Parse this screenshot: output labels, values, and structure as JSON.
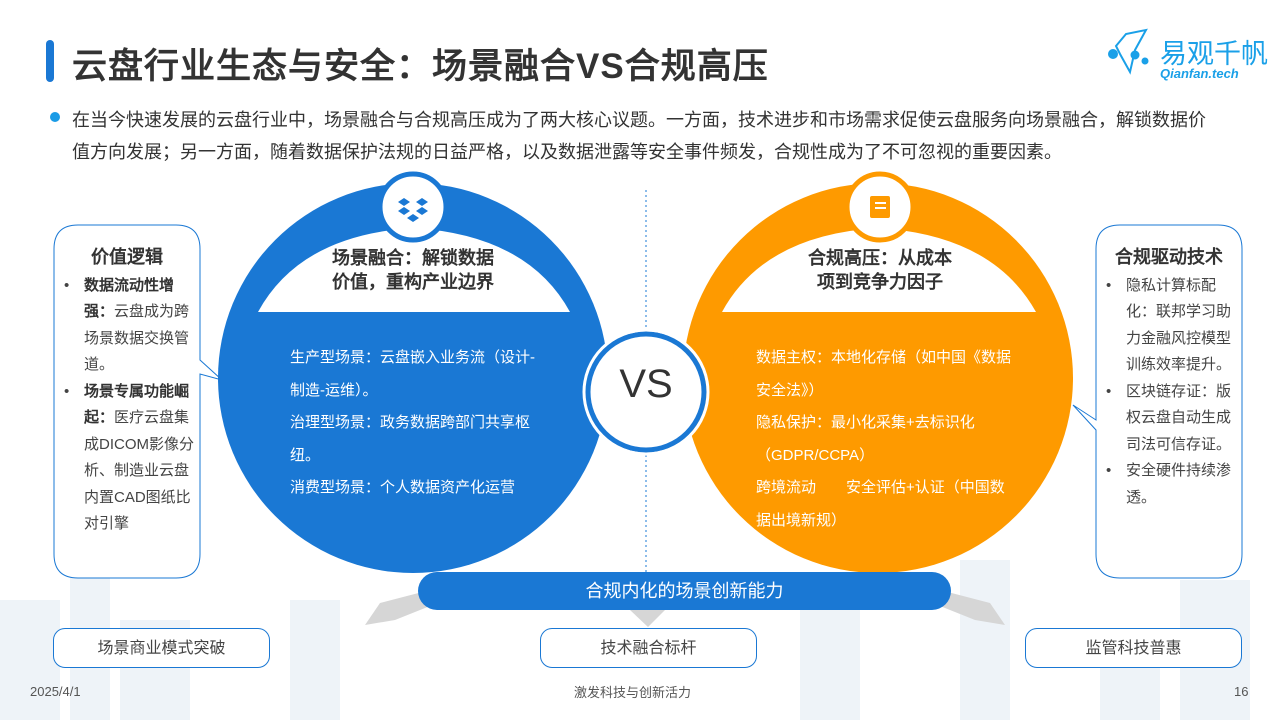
{
  "header": {
    "title": "云盘行业生态与安全：场景融合VS合规高压",
    "logo_cn": "易观千帆",
    "logo_en": "Qianfan.tech"
  },
  "intro": "在当今快速发展的云盘行业中，场景融合与合规高压成为了两大核心议题。一方面，技术进步和市场需求促使云盘服务向场景融合，解锁数据价值方向发展；另一方面，随着数据保护法规的日益严格，以及数据泄露等安全事件频发，合规性成为了不可忽视的重要因素。",
  "left_callout": {
    "title": "价值逻辑",
    "items": [
      {
        "bold": "数据流动性增强：",
        "text": "云盘成为跨场景数据交换管道。"
      },
      {
        "bold": "场景专属功能崛起：",
        "text": "医疗云盘集成DICOM影像分析、制造业云盘内置CAD图纸比对引擎"
      }
    ]
  },
  "right_callout": {
    "title": "合规驱动技术",
    "items": [
      "隐私计算标配化：联邦学习助力金融风控模型训练效率提升。",
      "区块链存证：版权云盘自动生成司法可信存证。",
      "安全硬件持续渗透。"
    ]
  },
  "left_circle": {
    "icon": "dropbox-icon",
    "title_line1": "场景融合：解锁数据",
    "title_line2": "价值，重构产业边界",
    "lines": [
      "生产型场景：云盘嵌入业务流（设计-制造-运维）。",
      "治理型场景：政务数据跨部门共享枢纽。",
      "消费型场景：个人数据资产化运营"
    ]
  },
  "right_circle": {
    "icon": "book-icon",
    "title_line1": "合规高压：从成本",
    "title_line2": "项到竞争力因子",
    "lines": [
      "数据主权：本地化存储（如中国《数据安全法》）",
      "隐私保护：最小化采集+去标识化（GDPR/CCPA）",
      "跨境流动　　安全评估+认证（中国数据出境新规）"
    ]
  },
  "vs": "VS",
  "bottom_bar": "合规内化的场景创新能力",
  "bottom_boxes": [
    "场景商业模式突破",
    "技术融合标杆",
    "监管科技普惠"
  ],
  "footer": {
    "date": "2025/4/1",
    "slogan": "激发科技与创新活力",
    "page": "16"
  },
  "colors": {
    "blue": "#1a78d4",
    "orange": "#fe9a00",
    "text": "#333333"
  }
}
